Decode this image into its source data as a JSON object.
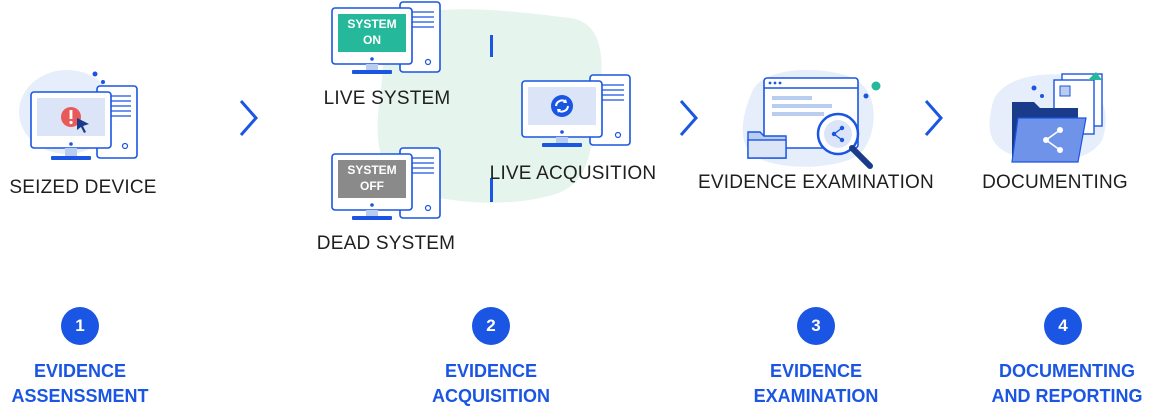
{
  "stages": {
    "seized": "SEIZED DEVICE",
    "live_system": "LIVE SYSTEM",
    "dead_system": "DEAD SYSTEM",
    "live_acquisition": "LIVE ACQUSITION",
    "examination": "EVIDENCE EXAMINATION",
    "documenting": "DOCUMENTING"
  },
  "screens": {
    "on_line1": "SYSTEM",
    "on_line2": "ON",
    "off_line1": "SYSTEM",
    "off_line2": "OFF"
  },
  "steps": [
    {
      "number": "1",
      "line1": "EVIDENCE",
      "line2": "ASSENSSMENT"
    },
    {
      "number": "2",
      "line1": "EVIDENCE",
      "line2": "ACQUISITION"
    },
    {
      "number": "3",
      "line1": "EVIDENCE",
      "line2": "EXAMINATION"
    },
    {
      "number": "4",
      "line1": "DOCUMENTING",
      "line2": "AND REPORTING"
    }
  ],
  "colors": {
    "accent": "#1a55e3",
    "system_on": "#25b89a",
    "system_off": "#8a8a8a",
    "highlight_bg": "#e6f4ee"
  }
}
